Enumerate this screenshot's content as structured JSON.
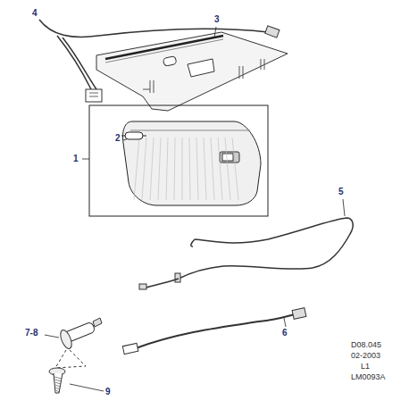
{
  "diagram": {
    "labels": [
      "4",
      "3",
      "2",
      "1",
      "5",
      "7-8",
      "6",
      "9",
      "D08.045",
      "02-2003",
      "L1",
      "LM0093A"
    ]
  }
}
